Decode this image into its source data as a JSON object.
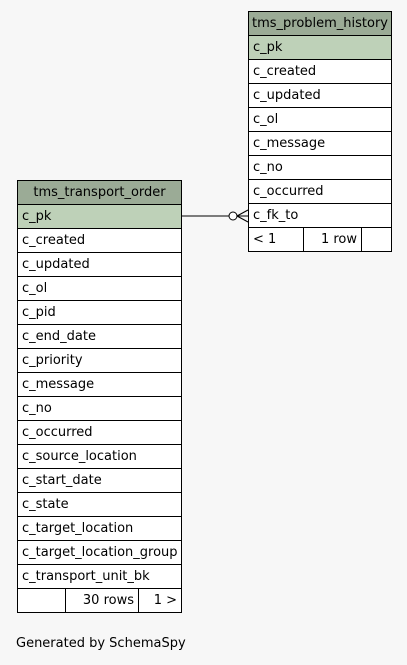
{
  "tables": {
    "transport_order": {
      "name": "tms_transport_order",
      "columns": [
        "c_pk",
        "c_created",
        "c_updated",
        "c_ol",
        "c_pid",
        "c_end_date",
        "c_priority",
        "c_message",
        "c_no",
        "c_occurred",
        "c_source_location",
        "c_start_date",
        "c_state",
        "c_target_location",
        "c_target_location_group",
        "c_transport_unit_bk"
      ],
      "footer": {
        "parents": "",
        "rows": "30 rows",
        "children": "1 >"
      }
    },
    "problem_history": {
      "name": "tms_problem_history",
      "columns": [
        "c_pk",
        "c_created",
        "c_updated",
        "c_ol",
        "c_message",
        "c_no",
        "c_occurred",
        "c_fk_to"
      ],
      "footer": {
        "parents": "< 1",
        "rows": "1 row",
        "children": ""
      }
    }
  },
  "colors": {
    "header": "#9bab96",
    "primary_key": "#bed1b8",
    "background": "#f7f7f7"
  },
  "generated_by": "Generated by SchemaSpy"
}
